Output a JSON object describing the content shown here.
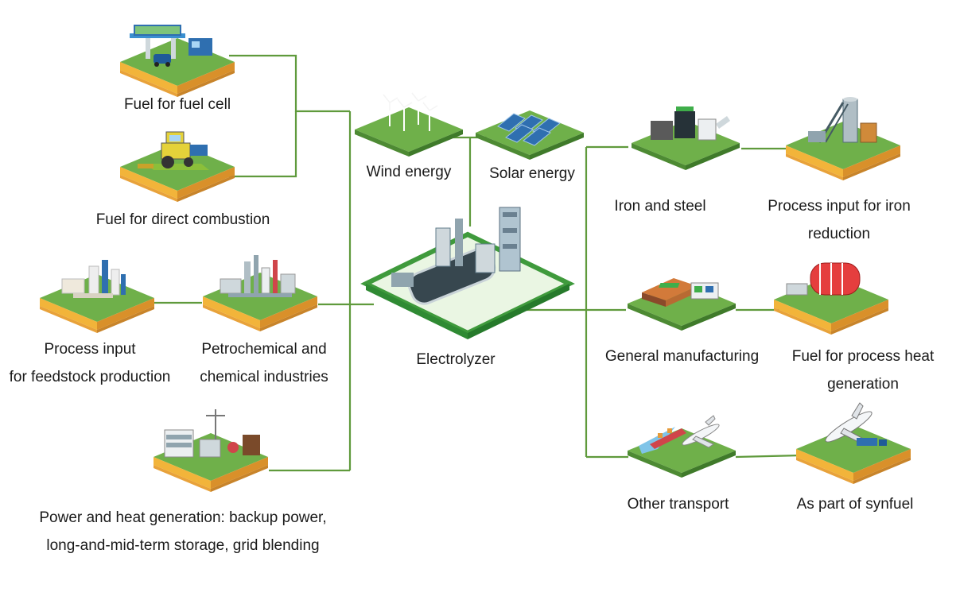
{
  "colors": {
    "connector": "#5f9a3c",
    "grass": "#6fb04a",
    "grass_dark": "#4d8a33",
    "base": "#f2b43a",
    "base_dark": "#d9902a"
  },
  "nodes": {
    "electrolyzer": {
      "label": "Electrolyzer",
      "icon": "electrolyzer-plant-icon"
    },
    "wind": {
      "label": "Wind energy",
      "icon": "wind-turbine-icon"
    },
    "solar": {
      "label": "Solar energy",
      "icon": "solar-panel-icon"
    },
    "fuel_cell": {
      "label": "Fuel for fuel cell",
      "icon": "fuel-station-icon"
    },
    "direct_combustion": {
      "label": "Fuel for direct combustion",
      "icon": "tractor-icon"
    },
    "petrochemical": {
      "label_line1": "Petrochemical and",
      "label_line2": "chemical industries",
      "icon": "refinery-icon"
    },
    "feedstock": {
      "label_line1": "Process input",
      "label_line2": "for feedstock production",
      "icon": "chemical-plant-icon"
    },
    "power_heat": {
      "label_line1": "Power and heat generation: backup power,",
      "label_line2": "long-and-mid-term storage, grid blending",
      "icon": "power-plant-icon"
    },
    "iron_steel": {
      "label": "Iron and steel",
      "icon": "steel-mill-icon"
    },
    "iron_reduction": {
      "label_line1": "Process input for iron",
      "label_line2": "reduction",
      "icon": "reduction-tower-icon"
    },
    "general_manufacturing": {
      "label": "General manufacturing",
      "icon": "factory-icon"
    },
    "process_heat": {
      "label_line1": "Fuel for process heat",
      "label_line2": "generation",
      "icon": "furnace-icon"
    },
    "other_transport": {
      "label": "Other transport",
      "icon": "ship-plane-icon"
    },
    "synfuel": {
      "label": "As part of synfuel",
      "icon": "airplane-icon"
    }
  }
}
